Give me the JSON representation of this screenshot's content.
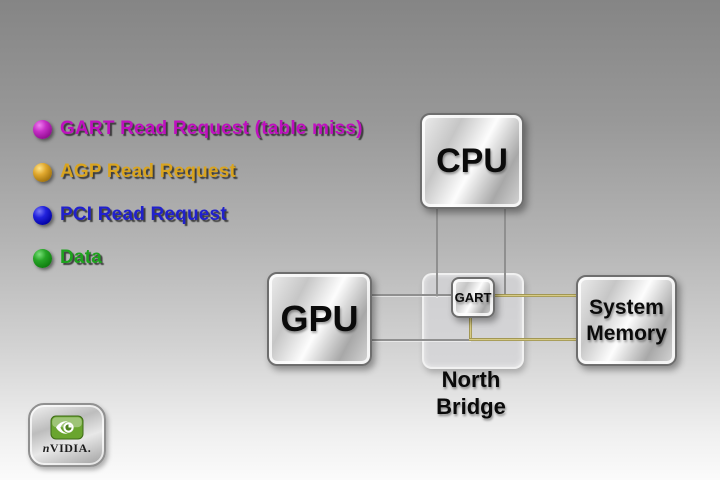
{
  "legend": {
    "items": [
      {
        "name": "gart-read-request",
        "label": "GART Read Request (table miss)",
        "color": "#bf10bf",
        "dot": "magenta-ball"
      },
      {
        "name": "agp-read-request",
        "label": "AGP Read Request",
        "color": "#d9a41f",
        "dot": "gold-ball"
      },
      {
        "name": "pci-read-request",
        "label": "PCI Read Request",
        "color": "#2121cd",
        "dot": "blue-ball"
      },
      {
        "name": "data",
        "label": "Data",
        "color": "#1ea11e",
        "dot": "green-ball"
      }
    ]
  },
  "nodes": {
    "cpu": {
      "label": "CPU"
    },
    "gpu": {
      "label": "GPU"
    },
    "gart": {
      "label": "GART"
    },
    "north_bridge": {
      "line1": "North",
      "line2": "Bridge"
    },
    "system_memory": {
      "line1": "System",
      "line2": "Memory"
    }
  },
  "connections": {
    "wire_gray_color": "#8f8f8f",
    "wire_gold_color": "#b5a455",
    "list": [
      {
        "from": "cpu",
        "to": "north-bridge",
        "style": "gray",
        "count": 2
      },
      {
        "from": "gpu",
        "to": "gart",
        "style": "gray"
      },
      {
        "from": "gpu",
        "to": "north-bridge",
        "style": "gray"
      },
      {
        "from": "gart",
        "to": "system-memory",
        "style": "gold",
        "count": 2
      }
    ]
  },
  "logo": {
    "brand_prefix": "n",
    "brand_text": "VIDIA."
  }
}
